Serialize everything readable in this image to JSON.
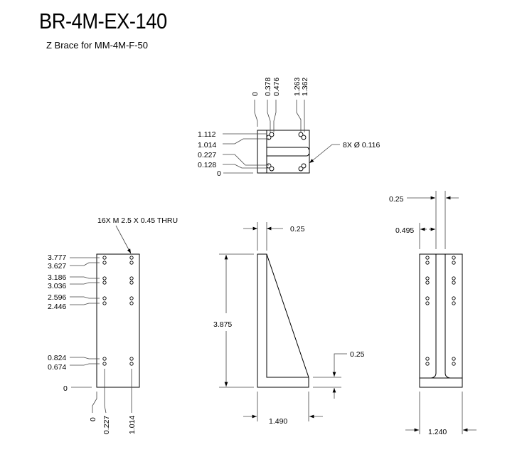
{
  "title": "BR-4M-EX-140",
  "subtitle": "Z Brace for MM-4M-F-50",
  "top_view": {
    "x_labels": [
      "0",
      "0.378",
      "0.476",
      "1.263",
      "1.362"
    ],
    "y_labels": [
      "1.112",
      "1.014",
      "0.227",
      "0.128",
      "0"
    ],
    "hole_note": "8X Ø 0.116"
  },
  "left_view": {
    "note": "16X M 2.5 X 0.45 THRU",
    "y_labels": [
      "3.777",
      "3.627",
      "3.186",
      "3.036",
      "2.596",
      "2.446",
      "0.824",
      "0.674",
      "0"
    ],
    "x_labels": [
      "0",
      "0.227",
      "1.014"
    ]
  },
  "side_view": {
    "top_thickness": "0.25",
    "height": "3.875",
    "base_thickness": "0.25",
    "width": "1.490"
  },
  "front_view": {
    "rib_thickness": "0.25",
    "rib_offset": "0.495",
    "width": "1.240"
  }
}
